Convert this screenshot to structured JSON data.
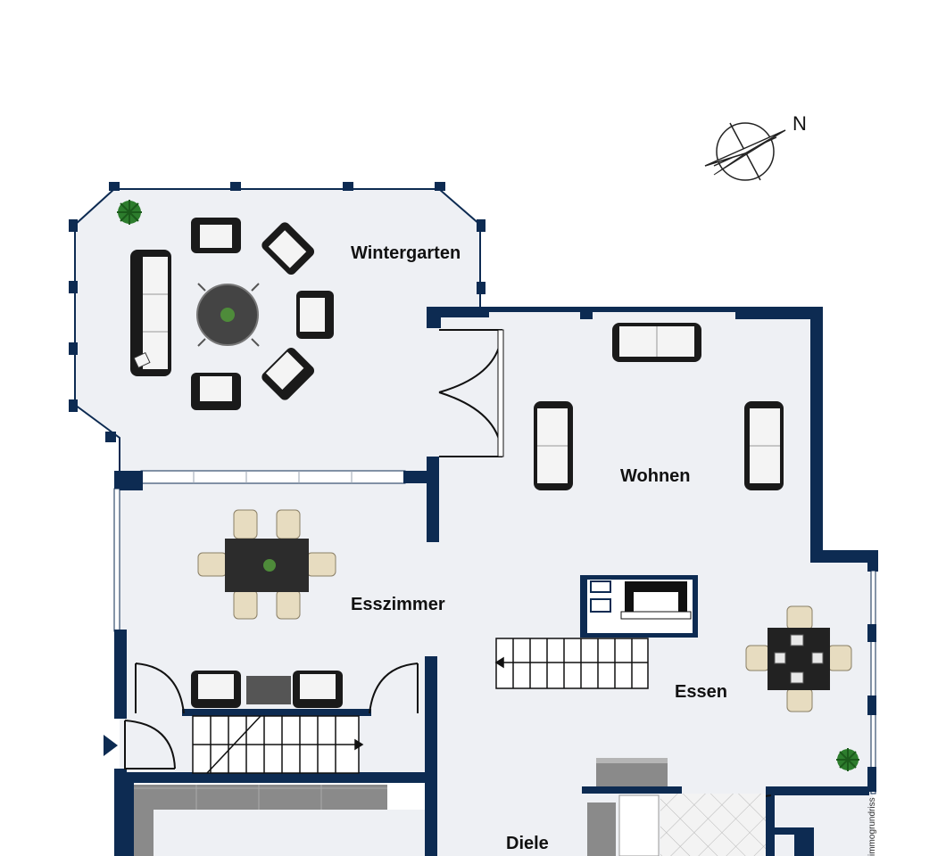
{
  "rooms": {
    "wintergarten": "Wintergarten",
    "wohnen": "Wohnen",
    "esszimmer": "Esszimmer",
    "essen": "Essen",
    "diele": "Diele"
  },
  "compass": {
    "north": "N"
  },
  "watermark": "immogrundriss",
  "colors": {
    "wall": "#0d2b52",
    "floor": "#eef0f4",
    "furniture_dark": "#1a1a1a",
    "cushion": "#f4f4f4",
    "chair_beige": "#e7dcc0",
    "plant": "#2d7d2d"
  }
}
